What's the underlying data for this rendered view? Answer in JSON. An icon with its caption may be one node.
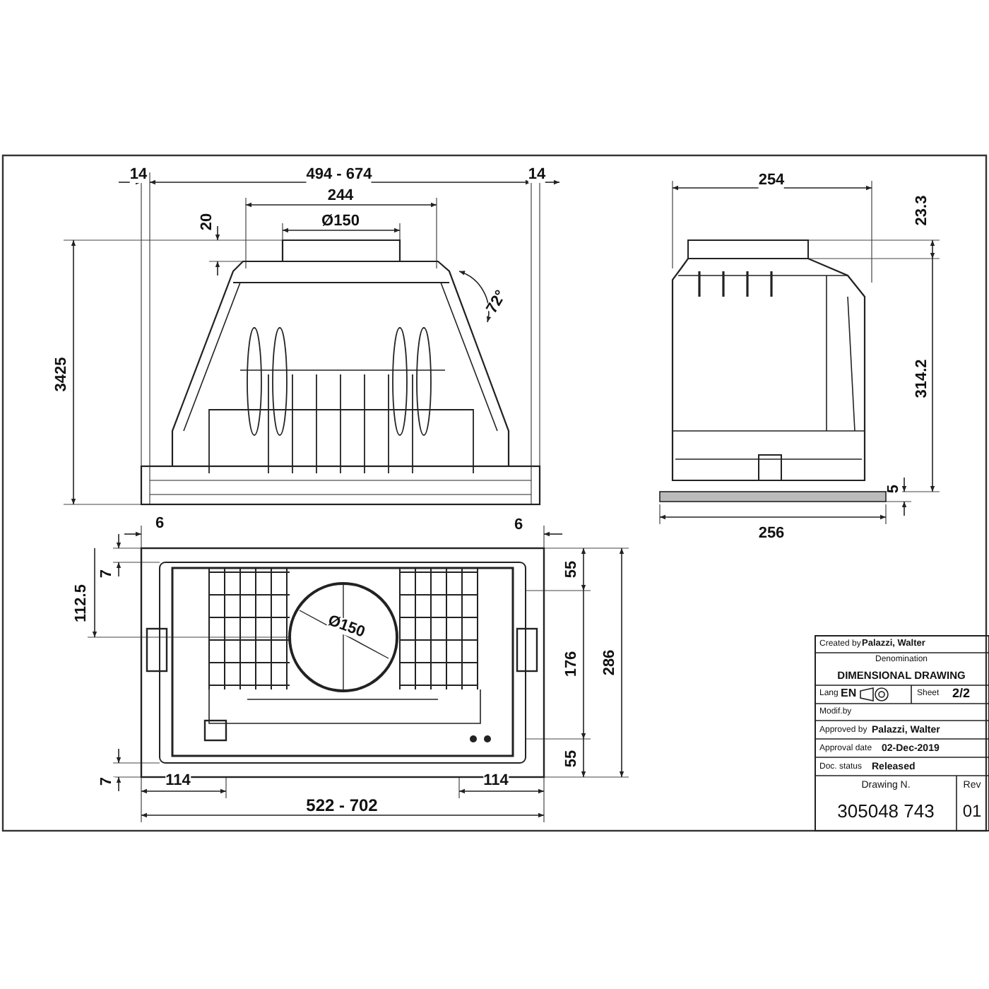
{
  "diagram": {
    "labels": [
      "14",
      "494 - 674",
      "14",
      "244",
      "20",
      "Ø150",
      "72°",
      "3425",
      "254",
      "23.3",
      "314.2",
      "5",
      "256",
      "6",
      "6",
      "7",
      "112.5",
      "55",
      "Ø150",
      "176",
      "286",
      "55",
      "7",
      "114",
      "114",
      "522 - 702",
      "Created by",
      "Palazzi, Walter",
      "Denomination",
      "DIMENSIONAL DRAWING",
      "Lang",
      "EN",
      "Sheet",
      "2/2",
      "Modif.by",
      "Approved by",
      "Palazzi, Walter",
      "Approval date",
      "02-Dec-2019",
      "Doc. status",
      "Released",
      "Drawing N.",
      "305048 743",
      "Rev",
      "01"
    ]
  }
}
